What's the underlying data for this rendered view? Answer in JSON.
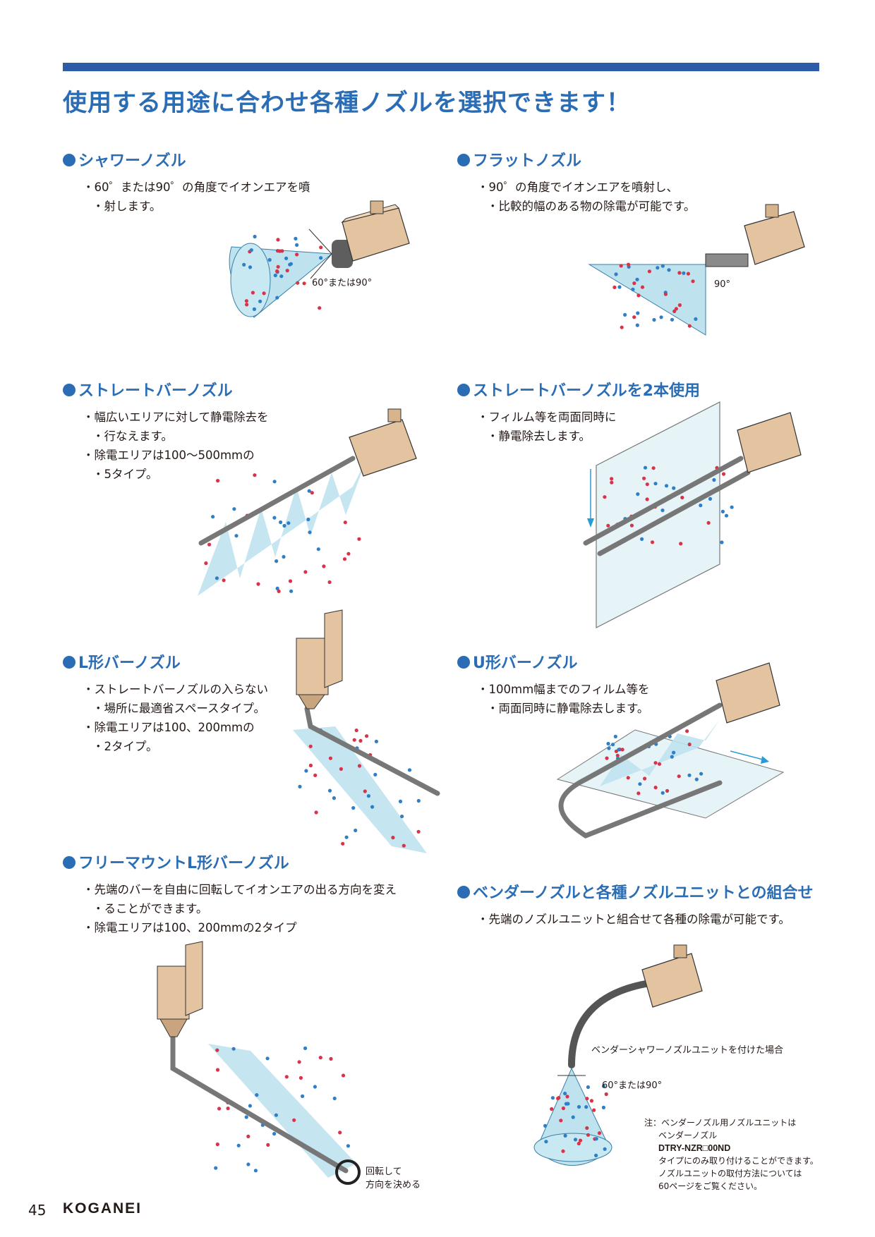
{
  "header": {
    "title": "使用する用途に合わせ各種ノズルを選択できます！"
  },
  "sections": [
    {
      "title": "シャワーノズル",
      "lines": [
        "60゜または90゜の角度でイオンエアを噴",
        "射します。"
      ],
      "angle_label": "60°または90°"
    },
    {
      "title": "フラットノズル",
      "lines": [
        "90゜の角度でイオンエアを噴射し、",
        "比較的幅のある物の除電が可能です。"
      ],
      "angle_label": "90°"
    },
    {
      "title": "ストレートバーノズル",
      "lines": [
        "幅広いエリアに対して静電除去を",
        "行なえます。",
        "除電エリアは100～500mmの",
        "5タイプ。"
      ]
    },
    {
      "title": "ストレートバーノズルを2本使用",
      "lines": [
        "フィルム等を両面同時に",
        "静電除去します。"
      ]
    },
    {
      "title": "L形バーノズル",
      "lines": [
        "ストレートバーノズルの入らない",
        "場所に最適省スペースタイプ。",
        "除電エリアは100、200mmの",
        "2タイプ。"
      ]
    },
    {
      "title": "U形バーノズル",
      "lines": [
        "100mm幅までのフィルム等を",
        "両面同時に静電除去します。"
      ]
    },
    {
      "title": "フリーマウントL形バーノズル",
      "lines": [
        "先端のバーを自由に回転してイオンエアの出る方向を変え",
        "ることができます。",
        "除電エリアは100、200mmの2タイプ"
      ],
      "rotate_label_1": "回転して",
      "rotate_label_2": "方向を決める"
    },
    {
      "title": "ベンダーノズルと各種ノズルユニットとの組合せ",
      "lines": [
        "先端のノズルユニットと組合せて各種の除電が可能です。"
      ],
      "unit_label": "ベンダーシャワーノズルユニットを付けた場合",
      "angle_label": "60°または90°"
    }
  ],
  "note": {
    "line1": "注：ベンダーノズル用ノズルユニットは",
    "line2": "ベンダーノズル",
    "line3": "DTRY-NZR□00ND",
    "line4": "タイプにのみ取り付けることができます。",
    "line5": "ノズルユニットの取付方法については",
    "line6": "60ページをご覧ください。"
  },
  "footer": {
    "page_number": "45",
    "brand": "KOGANEI"
  },
  "colors": {
    "accent": "#2a6db5",
    "bar": "#2f5ca8",
    "device": "#e3c3a0",
    "spray": "#bfe2ef",
    "ion_red": "#d9334a",
    "ion_blue": "#2f7fc6"
  }
}
